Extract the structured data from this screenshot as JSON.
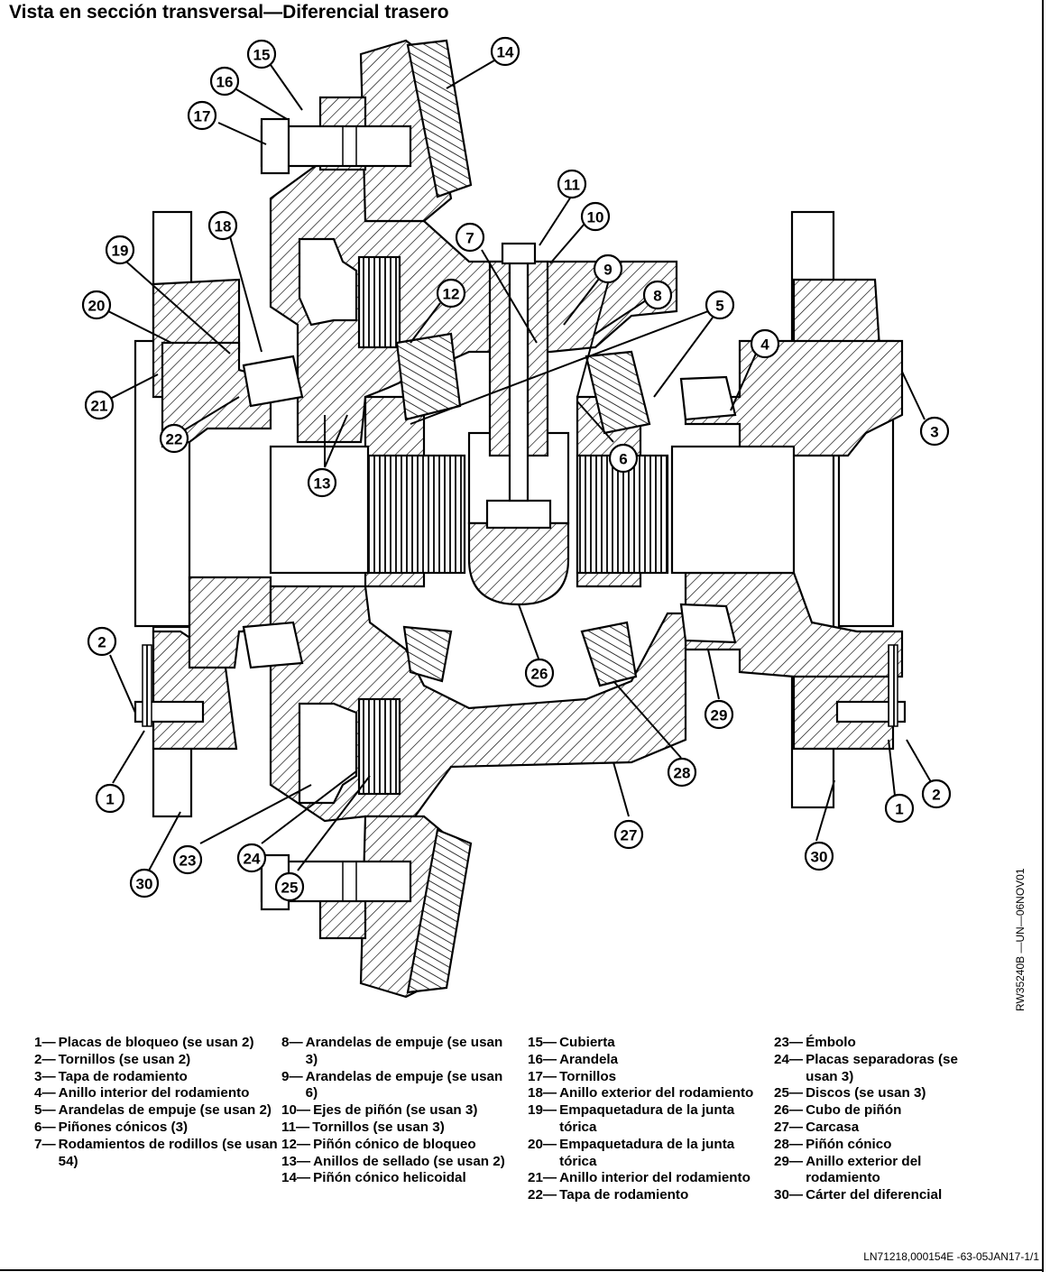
{
  "title": "Vista en sección transversal—Diferencial trasero",
  "side_reference": "RW35240B —UN—06NOV01",
  "footer": "LN71218,000154E -63-05JAN17-1/1",
  "callouts": [
    "1",
    "2",
    "3",
    "4",
    "5",
    "6",
    "7",
    "8",
    "9",
    "10",
    "11",
    "12",
    "13",
    "14",
    "15",
    "16",
    "17",
    "18",
    "19",
    "20",
    "21",
    "22",
    "23",
    "24",
    "25",
    "26",
    "27",
    "28",
    "29",
    "30"
  ],
  "legend": {
    "col1": [
      {
        "num": "1—",
        "text": "Placas de bloqueo (se usan 2)"
      },
      {
        "num": "2—",
        "text": "Tornillos (se usan 2)"
      },
      {
        "num": "3—",
        "text": "Tapa de rodamiento"
      },
      {
        "num": "4—",
        "text": "Anillo interior del rodamiento"
      },
      {
        "num": "5—",
        "text": "Arandelas de empuje (se usan 2)"
      },
      {
        "num": "6—",
        "text": "Piñones cónicos (3)"
      },
      {
        "num": "7—",
        "text": "Rodamientos de rodillos (se usan 54)"
      }
    ],
    "col2": [
      {
        "num": "8—",
        "text": "Arandelas de empuje (se usan 3)"
      },
      {
        "num": "9—",
        "text": "Arandelas de empuje (se usan 6)"
      },
      {
        "num": "10—",
        "text": "Ejes de piñón (se usan 3)"
      },
      {
        "num": "11—",
        "text": "Tornillos (se usan 3)"
      },
      {
        "num": "12—",
        "text": "Piñón cónico de bloqueo"
      },
      {
        "num": "13—",
        "text": "Anillos de sellado (se usan 2)"
      },
      {
        "num": "14—",
        "text": "Piñón cónico helicoidal"
      }
    ],
    "col3": [
      {
        "num": "15—",
        "text": "Cubierta"
      },
      {
        "num": "16—",
        "text": "Arandela"
      },
      {
        "num": "17—",
        "text": "Tornillos"
      },
      {
        "num": "18—",
        "text": "Anillo exterior del rodamiento"
      },
      {
        "num": "19—",
        "text": "Empaquetadura de la junta tórica"
      },
      {
        "num": "20—",
        "text": "Empaquetadura de la junta tórica"
      },
      {
        "num": "21—",
        "text": "Anillo interior del rodamiento"
      },
      {
        "num": "22—",
        "text": "Tapa de rodamiento"
      }
    ],
    "col4": [
      {
        "num": "23—",
        "text": "Émbolo"
      },
      {
        "num": "24—",
        "text": "Placas separadoras (se usan 3)"
      },
      {
        "num": "25—",
        "text": "Discos (se usan 3)"
      },
      {
        "num": "26—",
        "text": "Cubo de piñón"
      },
      {
        "num": "27—",
        "text": "Carcasa"
      },
      {
        "num": "28—",
        "text": "Piñón cónico"
      },
      {
        "num": "29—",
        "text": "Anillo exterior del rodamiento"
      },
      {
        "num": "30—",
        "text": "Cárter del diferencial"
      }
    ]
  }
}
